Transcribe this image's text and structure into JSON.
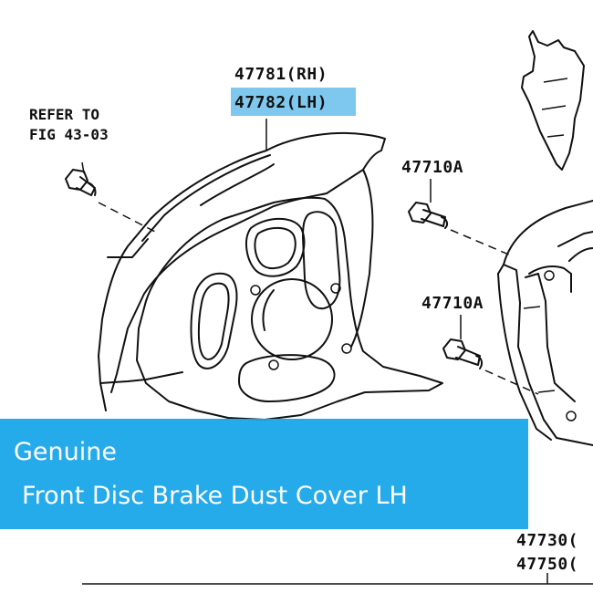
{
  "diagram": {
    "labels": {
      "part_rh": "47781(RH)",
      "part_lh": "47782(LH)",
      "refer_line1": "REFER TO",
      "refer_line2": "FIG 43-03",
      "bolt_upper": "47710A",
      "bolt_lower": "47710A",
      "part_47730": "47730(",
      "part_47750": "47750("
    },
    "highlight_color": "#7ec8f0"
  },
  "banner": {
    "line1": "Genuine",
    "line2": "Front Disc Brake Dust Cover LH",
    "color": "#14a4e8"
  }
}
